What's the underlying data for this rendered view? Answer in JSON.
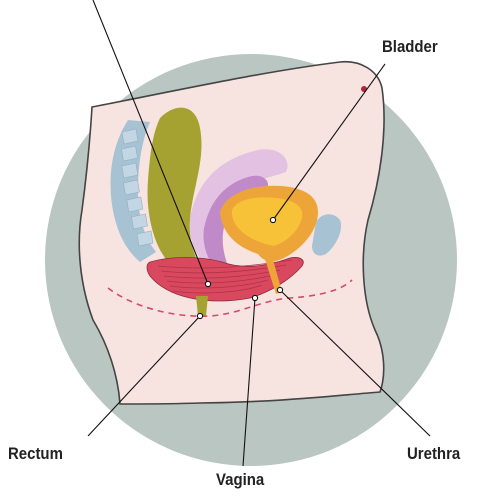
{
  "labels": {
    "bladder": "Bladder",
    "rectum": "Rectum",
    "vagina": "Vagina",
    "urethra": "Urethra"
  },
  "colors": {
    "background_circle": "#b9c6c1",
    "body": "#f7e4e0",
    "body_outline": "#444444",
    "spine": "#a7c2d3",
    "rectum": "#a5a232",
    "uterus_light": "#e3c1e3",
    "uterus_dark": "#c08ac8",
    "bladder_outer": "#eda53a",
    "bladder_inner": "#f7c237",
    "pelvic_floor_muscle": "#d9485e",
    "dashed_outline": "#d34b6a",
    "nipple_dot": "#b1223e",
    "pointer_lines": "#111111"
  }
}
